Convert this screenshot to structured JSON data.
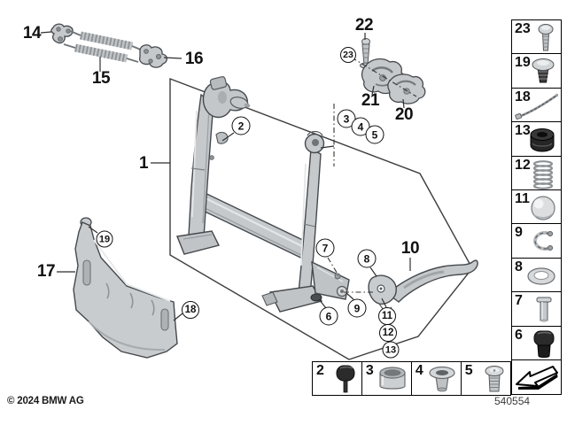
{
  "page": {
    "copyright": "© 2024 BMW AG",
    "diagram_number": "540554",
    "background_color": "#ffffff",
    "line_color": "#3c4043",
    "part_fill_color": "#c6c9cc",
    "rubber_part_color": "#262626"
  },
  "diagram": {
    "description_icon": "center-stand-exploded-drawing",
    "main_labels": {
      "1": "1",
      "10": "10",
      "14": "14",
      "15": "15",
      "16": "16",
      "17": "17",
      "20": "20",
      "21": "21",
      "22": "22"
    },
    "circled_callouts": {
      "2": "2",
      "3": "3",
      "4": "4",
      "5": "5",
      "6": "6",
      "7": "7",
      "8": "8",
      "9": "9",
      "11": "11",
      "12": "12",
      "13": "13",
      "18": "18",
      "19": "19",
      "23": "23"
    }
  },
  "right_column": {
    "items": [
      {
        "number": "23",
        "icon": "screw-icon"
      },
      {
        "number": "19",
        "icon": "expansion-rivet-icon"
      },
      {
        "number": "18",
        "icon": "cable-tie-icon"
      },
      {
        "number": "13",
        "icon": "grommet-icon"
      },
      {
        "number": "12",
        "icon": "coil-spring-icon"
      },
      {
        "number": "11",
        "icon": "ball-icon"
      },
      {
        "number": "9",
        "icon": "snap-ring-icon"
      },
      {
        "number": "8",
        "icon": "washer-icon"
      },
      {
        "number": "7",
        "icon": "clevis-pin-icon"
      },
      {
        "number": "6",
        "icon": "rubber-buffer-icon"
      }
    ],
    "more_arrow_icon": "page-continue-arrow-icon"
  },
  "bottom_row": {
    "items": [
      {
        "number": "2",
        "icon": "rubber-plug-icon"
      },
      {
        "number": "3",
        "icon": "sleeve-icon"
      },
      {
        "number": "4",
        "icon": "flanged-bushing-icon"
      },
      {
        "number": "5",
        "icon": "screw-bolt-icon"
      }
    ]
  }
}
